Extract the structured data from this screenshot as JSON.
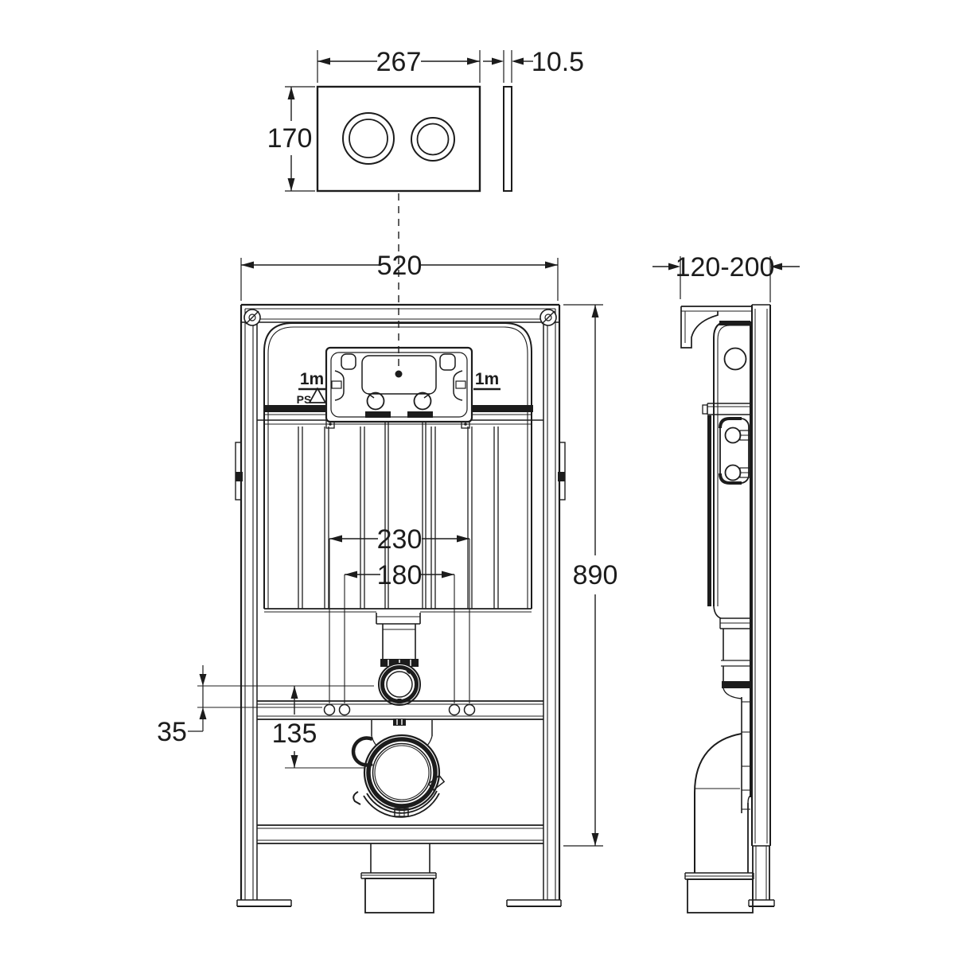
{
  "drawing": {
    "type": "technical-installation-diagram",
    "subject": "wall-hung WC concealed cistern frame with dual flush plate",
    "line_color": "#1c1c1c",
    "background_color": "#ffffff"
  },
  "dimensions": {
    "flush_plate_width": "267",
    "flush_plate_height": "170",
    "flush_plate_thickness": "10.5",
    "frame_width": "520",
    "frame_height": "890",
    "fixing_spacing_outer": "230",
    "fixing_spacing_inner": "180",
    "outlet_drop": "135",
    "flush_bend_offset": "35",
    "frame_depth_range": "120-200"
  },
  "markings": {
    "left_service_label": "1m",
    "right_service_label": "1m",
    "material_label": "PS"
  }
}
